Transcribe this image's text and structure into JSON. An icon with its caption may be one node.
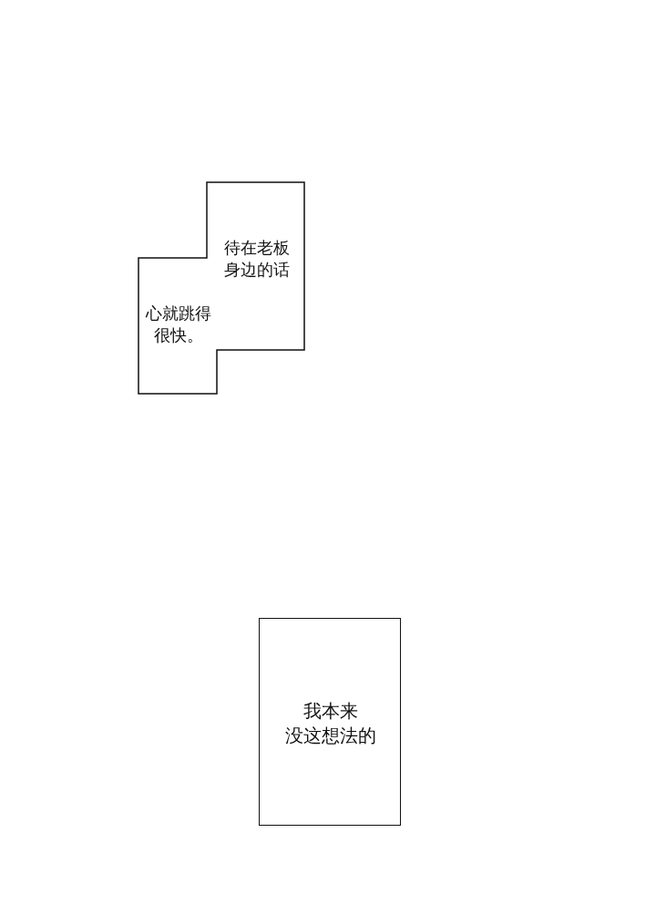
{
  "diagram": {
    "nodes": [
      {
        "text": [
          "待在老板身边的话",
          "心就跳得很快。"
        ]
      },
      {
        "text": [
          "我本来没这想法的"
        ]
      }
    ]
  }
}
